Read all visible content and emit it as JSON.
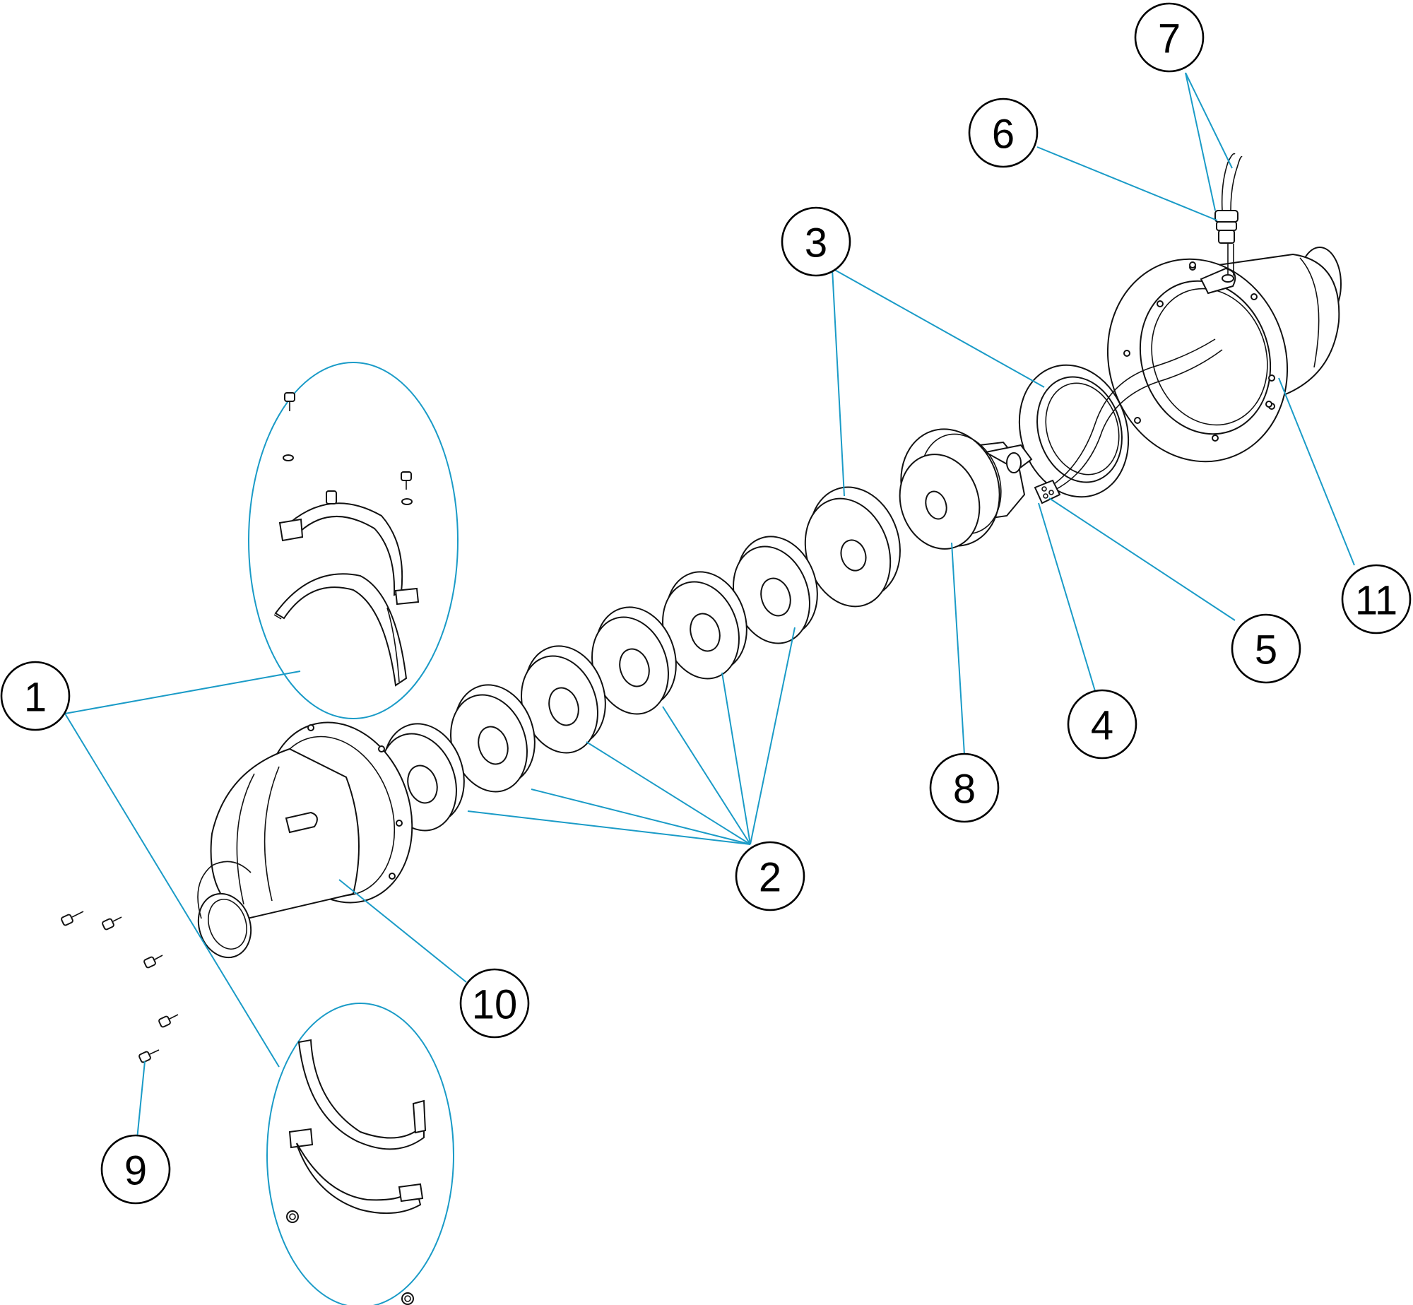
{
  "colors": {
    "leader": "#1a9bc7",
    "outline": "#111111",
    "background": "#ffffff"
  },
  "callouts": [
    {
      "id": "1",
      "label": "1"
    },
    {
      "id": "2",
      "label": "2"
    },
    {
      "id": "3",
      "label": "3"
    },
    {
      "id": "4",
      "label": "4"
    },
    {
      "id": "5",
      "label": "5"
    },
    {
      "id": "6",
      "label": "6"
    },
    {
      "id": "7",
      "label": "7"
    },
    {
      "id": "8",
      "label": "8"
    },
    {
      "id": "9",
      "label": "9"
    },
    {
      "id": "10",
      "label": "10"
    },
    {
      "id": "11",
      "label": "11"
    }
  ]
}
